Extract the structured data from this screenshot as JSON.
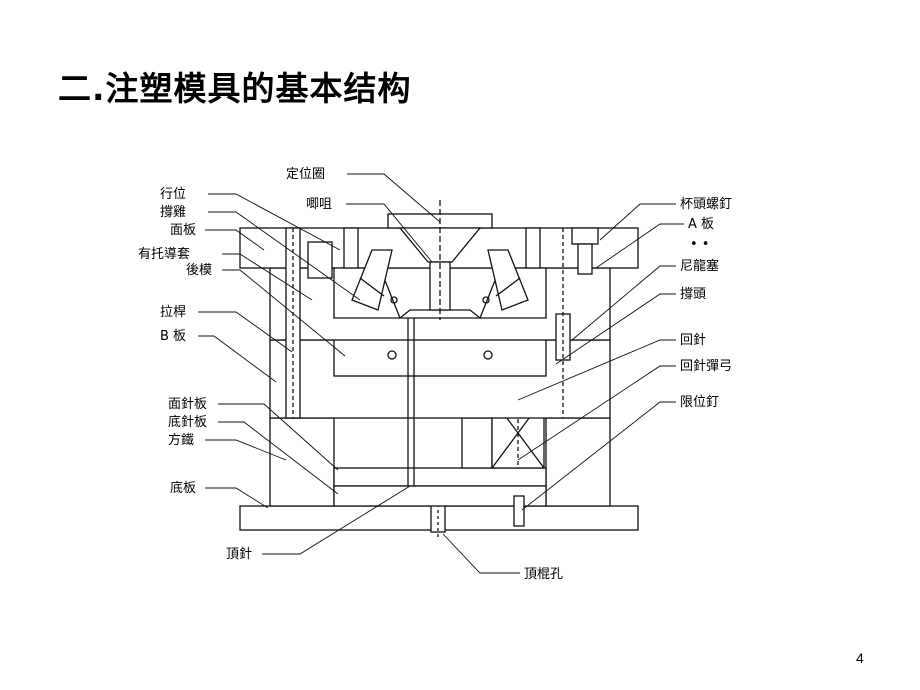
{
  "slide": {
    "title": "二.注塑模具的基本结构",
    "page_number": "4"
  },
  "diagram": {
    "labels": {
      "dingweiquan": "定位圈",
      "jiaozui": "唧咀",
      "xingwei": "行位",
      "chengji": "撐雞",
      "mianban": "面板",
      "youtuodaotao": "有托導套",
      "houmo": "後模",
      "lagan": "拉桿",
      "b_ban": "B 板",
      "mianzhenban": "面針板",
      "dizhenban": "底針板",
      "fangtie": "方鐵",
      "diban": "底板",
      "dingzhen": "頂針",
      "dinggunkong": "頂棍孔",
      "beitouluoding": "杯頭螺釘",
      "a_ban": "A 板",
      "dots": "• •",
      "nilongsai": "尼龍塞",
      "chengtou": "撐頭",
      "huizhen": "回針",
      "huizhentangong": "回針彈弓",
      "xianweiding": "限位釘"
    }
  }
}
